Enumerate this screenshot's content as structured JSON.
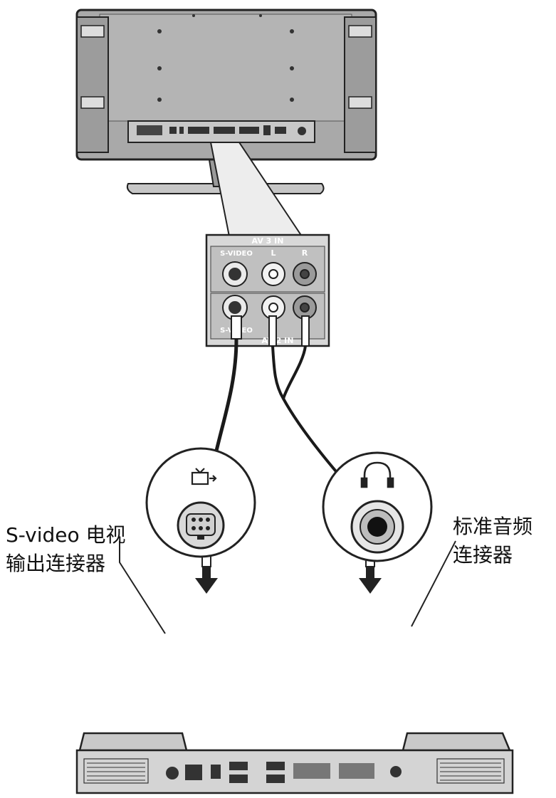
{
  "panel": {
    "top_label": "AV 3 IN",
    "svideo_label": "S-VIDEO",
    "left_label": "L",
    "right_label": "R",
    "bottom_svideo_label": "S-VIDEO",
    "bottom_label": "AV 2 IN"
  },
  "callouts": {
    "svideo_connector": [
      "S-video 电视",
      "输出连接器"
    ],
    "audio_connector": [
      "标准音频",
      "连接器"
    ]
  },
  "icons": {
    "tv_out": "tv-out-icon",
    "headphone": "headphone-icon"
  },
  "colors": {
    "outline": "#222222",
    "monitor_body": "#a9a9a9",
    "panel_bg": "#d8d8d8",
    "cable": "#1a1a1a"
  }
}
